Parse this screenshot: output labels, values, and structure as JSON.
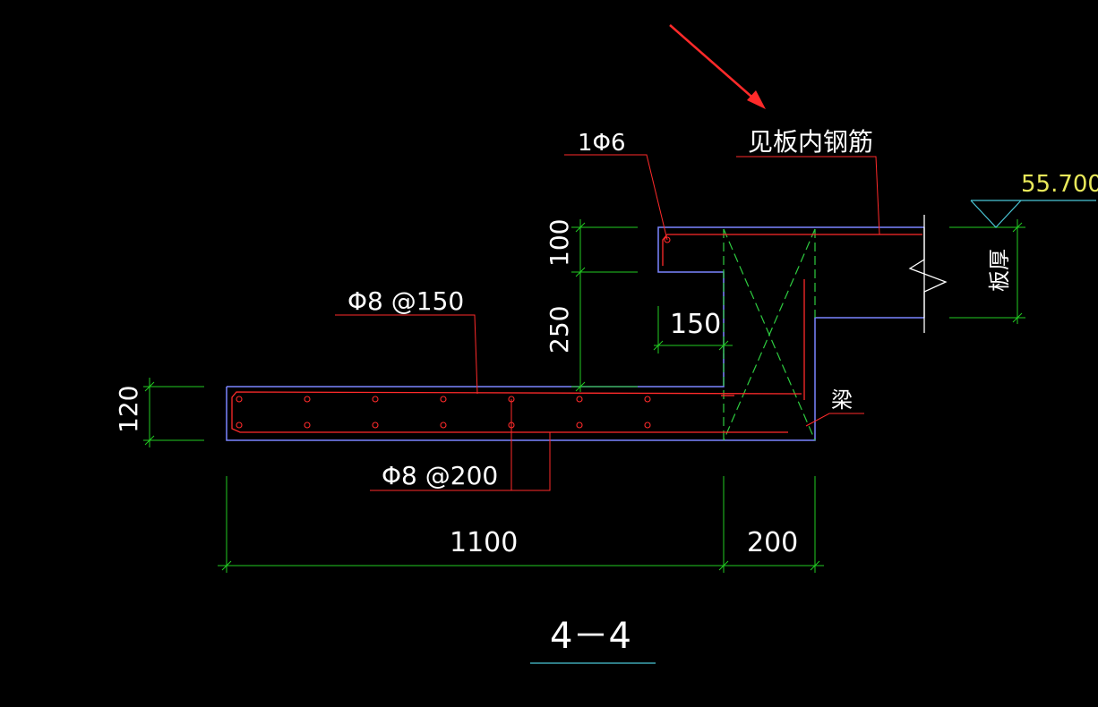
{
  "colors": {
    "background": "#000000",
    "concrete_outline": "#7b86ff",
    "rebar": "#ff2a2a",
    "dimension": "#22cc22",
    "beam_hatch": "#2ecc40",
    "text": "#ffffff",
    "elevation_text": "#e8e85a",
    "elevation_line": "#4ac6d6",
    "title_underline": "#4ac6d6",
    "arrow": "#ff2a2a"
  },
  "labels": {
    "top_bar": "1Φ6",
    "slab_rebar_note": "见板内钢筋",
    "elevation": "55.700",
    "slab_thickness": "板厚",
    "top_distribution_bar": "Φ8 @150",
    "bottom_main_bar": "Φ8 @200",
    "beam": "梁",
    "section_title": "4－4"
  },
  "dimensions": {
    "upturn_height": "100",
    "step_height": "250",
    "step_width": "150",
    "slab_thickness": "120",
    "cantilever_length": "1100",
    "beam_width": "200"
  }
}
